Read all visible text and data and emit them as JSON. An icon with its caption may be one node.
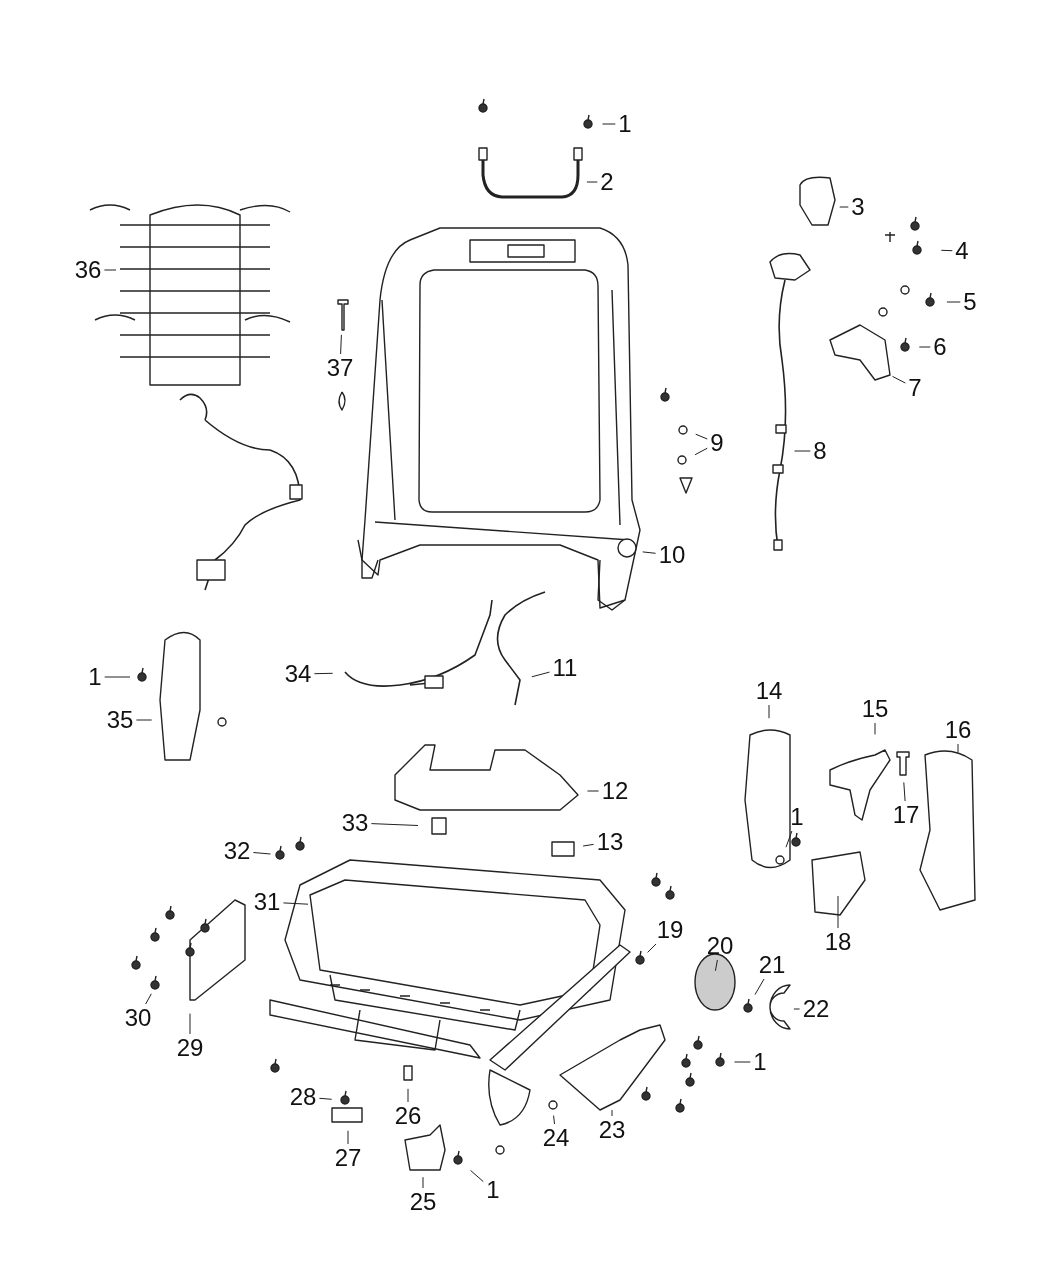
{
  "diagram": {
    "nodes": [
      {
        "text": [
          "1"
        ]
      },
      {
        "text": [
          "2"
        ]
      },
      {
        "text": [
          "3"
        ]
      },
      {
        "text": [
          "4"
        ]
      },
      {
        "text": [
          "5"
        ]
      },
      {
        "text": [
          "6"
        ]
      },
      {
        "text": [
          "7"
        ]
      },
      {
        "text": [
          "8"
        ]
      },
      {
        "text": [
          "9"
        ]
      },
      {
        "text": [
          "10"
        ]
      },
      {
        "text": [
          "11"
        ]
      },
      {
        "text": [
          "12"
        ]
      },
      {
        "text": [
          "13"
        ]
      },
      {
        "text": [
          "14"
        ]
      },
      {
        "text": [
          "15"
        ]
      },
      {
        "text": [
          "16"
        ]
      },
      {
        "text": [
          "17"
        ]
      },
      {
        "text": [
          "1"
        ]
      },
      {
        "text": [
          "18"
        ]
      },
      {
        "text": [
          "19"
        ]
      },
      {
        "text": [
          "20"
        ]
      },
      {
        "text": [
          "21"
        ]
      },
      {
        "text": [
          "22"
        ]
      },
      {
        "text": [
          "1"
        ]
      },
      {
        "text": [
          "23"
        ]
      },
      {
        "text": [
          "24"
        ]
      },
      {
        "text": [
          "25"
        ]
      },
      {
        "text": [
          "1"
        ]
      },
      {
        "text": [
          "26"
        ]
      },
      {
        "text": [
          "27"
        ]
      },
      {
        "text": [
          "28"
        ]
      },
      {
        "text": [
          "29"
        ]
      },
      {
        "text": [
          "30"
        ]
      },
      {
        "text": [
          "31"
        ]
      },
      {
        "text": [
          "32"
        ]
      },
      {
        "text": [
          "33"
        ]
      },
      {
        "text": [
          "34"
        ]
      },
      {
        "text": [
          "1"
        ]
      },
      {
        "text": [
          "35"
        ]
      },
      {
        "text": [
          "36"
        ]
      },
      {
        "text": [
          "37"
        ]
      }
    ],
    "edges": [
      {
        "from": 0,
        "to": null,
        "arrow": "none"
      },
      {
        "from": 1,
        "to": null,
        "arrow": "none"
      },
      {
        "from": 2,
        "to": null,
        "arrow": "none"
      },
      {
        "from": 3,
        "to": null,
        "arrow": "none"
      },
      {
        "from": 4,
        "to": null,
        "arrow": "none"
      },
      {
        "from": 5,
        "to": null,
        "arrow": "none"
      },
      {
        "from": 6,
        "to": null,
        "arrow": "none"
      },
      {
        "from": 7,
        "to": null,
        "arrow": "none"
      },
      {
        "from": 8,
        "to": null,
        "arrow": "none"
      },
      {
        "from": 8,
        "to": null,
        "arrow": "none"
      },
      {
        "from": 9,
        "to": null,
        "arrow": "none"
      },
      {
        "from": 10,
        "to": null,
        "arrow": "none"
      },
      {
        "from": 11,
        "to": null,
        "arrow": "none"
      },
      {
        "from": 12,
        "to": null,
        "arrow": "none"
      },
      {
        "from": 13,
        "to": null,
        "arrow": "none"
      },
      {
        "from": 14,
        "to": null,
        "arrow": "none"
      },
      {
        "from": 15,
        "to": null,
        "arrow": "none"
      },
      {
        "from": 16,
        "to": null,
        "arrow": "none"
      },
      {
        "from": 17,
        "to": null,
        "arrow": "none"
      },
      {
        "from": 18,
        "to": null,
        "arrow": "none"
      },
      {
        "from": 19,
        "to": null,
        "arrow": "none"
      },
      {
        "from": 20,
        "to": null,
        "arrow": "none"
      },
      {
        "from": 21,
        "to": null,
        "arrow": "none"
      },
      {
        "from": 22,
        "to": null,
        "arrow": "none"
      },
      {
        "from": 23,
        "to": null,
        "arrow": "none"
      },
      {
        "from": 24,
        "to": null,
        "arrow": "none"
      },
      {
        "from": 25,
        "to": null,
        "arrow": "none"
      },
      {
        "from": 26,
        "to": null,
        "arrow": "none"
      },
      {
        "from": 27,
        "to": null,
        "arrow": "none"
      },
      {
        "from": 28,
        "to": null,
        "arrow": "none"
      },
      {
        "from": 29,
        "to": null,
        "arrow": "none"
      },
      {
        "from": 30,
        "to": null,
        "arrow": "none"
      },
      {
        "from": 31,
        "to": null,
        "arrow": "none"
      },
      {
        "from": 32,
        "to": null,
        "arrow": "none"
      },
      {
        "from": 33,
        "to": null,
        "arrow": "none"
      },
      {
        "from": 34,
        "to": null,
        "arrow": "none"
      },
      {
        "from": 35,
        "to": null,
        "arrow": "none"
      },
      {
        "from": 36,
        "to": null,
        "arrow": "none"
      },
      {
        "from": 37,
        "to": null,
        "arrow": "none"
      },
      {
        "from": 38,
        "to": null,
        "arrow": "none"
      },
      {
        "from": 39,
        "to": null,
        "arrow": "none"
      },
      {
        "from": 40,
        "to": null,
        "arrow": "none"
      }
    ]
  }
}
